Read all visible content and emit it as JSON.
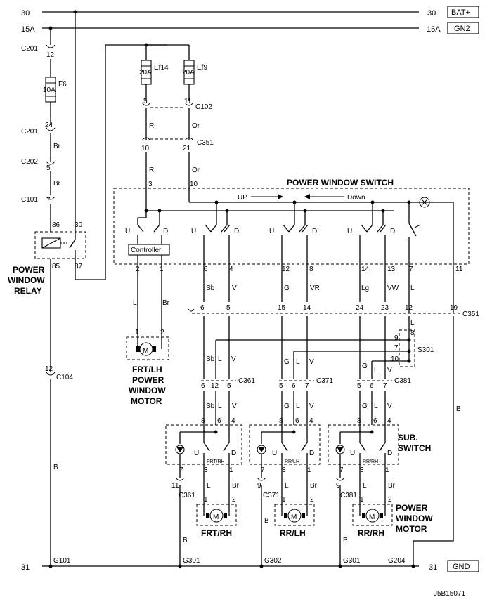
{
  "rails": {
    "top_left": "30",
    "top_right": "30",
    "top_tag": "BAT+",
    "ign_left": "15A",
    "ign_right": "15A",
    "ign_tag": "IGN2",
    "bottom_left": "31",
    "bottom_right": "31",
    "bottom_tag": "GND"
  },
  "fuses": {
    "f6": {
      "rating": "10A",
      "name": "F6"
    },
    "ef14": {
      "rating": "20A",
      "name": "Ef14"
    },
    "ef9": {
      "rating": "20A",
      "name": "Ef9"
    }
  },
  "connectors": {
    "c201": "C201",
    "c201_pin_a": "12",
    "c201_pin_b": "24",
    "c202": "C202",
    "c202_pin": "5",
    "c101": "C101",
    "c101_pin": "7",
    "c104": "C104",
    "c104_pin": "12",
    "c102": "C102",
    "c102_pin_a": "5",
    "c102_pin_b": "11",
    "c351": "C351",
    "c351_pin_a": "10",
    "c351_pin_b": "21",
    "c351_bottom": "C351",
    "c361": "C361",
    "c371": "C371",
    "c381": "C381",
    "c361_bottom": "C361",
    "c371_bottom": "C371",
    "c381_bottom": "C381",
    "s301": "S301"
  },
  "wires": {
    "br": "Br",
    "r": "R",
    "or": "Or",
    "b": "B",
    "l": "L",
    "v": "V",
    "sb": "Sb",
    "g": "G",
    "vr": "VR",
    "lg": "Lg",
    "vw": "VW"
  },
  "relay": {
    "title_line1": "POWER",
    "title_line2": "WINDOW",
    "title_line3": "RELAY",
    "pin86": "86",
    "pin85": "85",
    "pin30": "30",
    "pin87": "87"
  },
  "main_switch": {
    "title": "POWER WINDOW SWITCH",
    "up": "UP",
    "down": "Down",
    "controller": "Controller",
    "u": "U",
    "d": "D",
    "pin3": "3",
    "pin10": "10",
    "pins_bottom": [
      "2",
      "1",
      "6",
      "4",
      "12",
      "8",
      "14",
      "13",
      "7",
      "11"
    ]
  },
  "c351_row": [
    "6",
    "5",
    "15",
    "14",
    "24",
    "23",
    "12",
    "19"
  ],
  "s301_pins": [
    "8",
    "9",
    "7",
    "10"
  ],
  "frt_lh_motor": {
    "m": "M",
    "pin1": "1",
    "pin2": "2",
    "title_line1": "FRT/LH",
    "title_line2": "POWER",
    "title_line3": "WINDOW",
    "title_line4": "MOTOR"
  },
  "sub_switch": {
    "title_line1": "SUB.",
    "title_line2": "SWITCH",
    "conn_pins": [
      "6",
      "12",
      "5",
      "5",
      "6",
      "7",
      "5",
      "6",
      "7"
    ],
    "top_pins": [
      "8",
      "6",
      "4",
      "8",
      "6",
      "4",
      "8",
      "6",
      "4"
    ],
    "bottom_pins": [
      "7",
      "3",
      "1",
      "7",
      "3",
      "1",
      "7",
      "3",
      "1"
    ],
    "tags": [
      "FRT/RH",
      "RR/LH",
      "RR/RH"
    ],
    "lamp_pins": [
      "11",
      "9",
      "9"
    ]
  },
  "motors": {
    "m": "M",
    "frt_rh": "FRT/RH",
    "rr_lh": "RR/LH",
    "rr_rh": "RR/RH",
    "pin1": "1",
    "pin2": "2",
    "title_line1": "POWER",
    "title_line2": "WINDOW",
    "title_line3": "MOTOR"
  },
  "grounds": {
    "g101": "G101",
    "g301a": "G301",
    "g302": "G302",
    "g301b": "G301",
    "g204": "G204"
  },
  "diagram_id": "J5B15071"
}
